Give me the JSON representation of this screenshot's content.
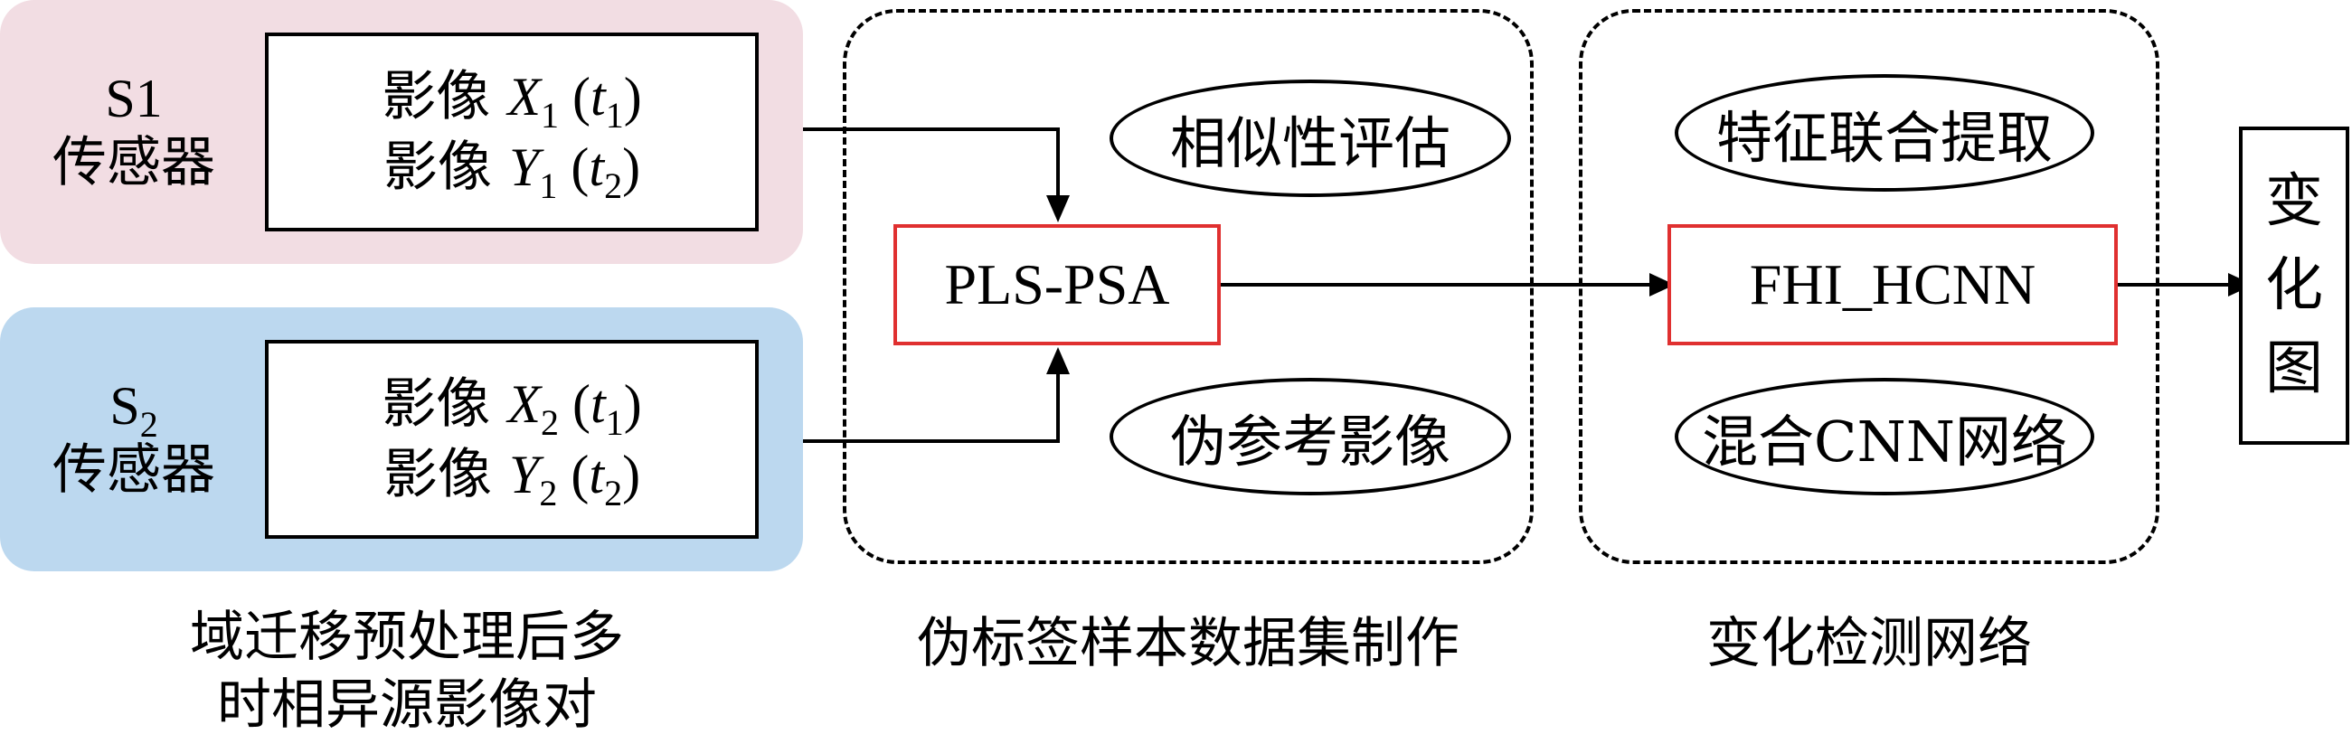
{
  "colors": {
    "s1_panel": "#f2dde3",
    "s2_panel": "#bcd8ef",
    "method_border": "#e03030",
    "line": "#000000"
  },
  "left": {
    "s1": {
      "sensor_label_1": "S1",
      "sensor_label_2": "传感器",
      "img1": {
        "prefix": "影像 ",
        "var": "X",
        "var_sub": "1",
        "paren_open": " (",
        "t": "t",
        "t_sub": "1",
        "paren_close": ")"
      },
      "img2": {
        "prefix": "影像 ",
        "var": "Y",
        "var_sub": "1",
        "paren_open": " (",
        "t": "t",
        "t_sub": "2",
        "paren_close": ")"
      }
    },
    "s2": {
      "sensor_label_1": "S",
      "sensor_label_1_sub": "2",
      "sensor_label_2": "传感器",
      "img1": {
        "prefix": "影像 ",
        "var": "X",
        "var_sub": "2",
        "paren_open": " (",
        "t": "t",
        "t_sub": "1",
        "paren_close": ")"
      },
      "img2": {
        "prefix": "影像 ",
        "var": "Y",
        "var_sub": "2",
        "paren_open": " (",
        "t": "t",
        "t_sub": "2",
        "paren_close": ")"
      }
    },
    "caption_line1": "域迁移预处理后多",
    "caption_line2": "时相异源影像对"
  },
  "middle": {
    "ellipse_top": "相似性评估",
    "method": "PLS-PSA",
    "ellipse_bottom": "伪参考影像",
    "caption": "伪标签样本数据集制作"
  },
  "right": {
    "ellipse_top": "特征联合提取",
    "method": "FHI_HCNN",
    "ellipse_bottom": "混合CNN网络",
    "caption": "变化检测网络"
  },
  "output": {
    "char1": "变",
    "char2": "化",
    "char3": "图"
  }
}
